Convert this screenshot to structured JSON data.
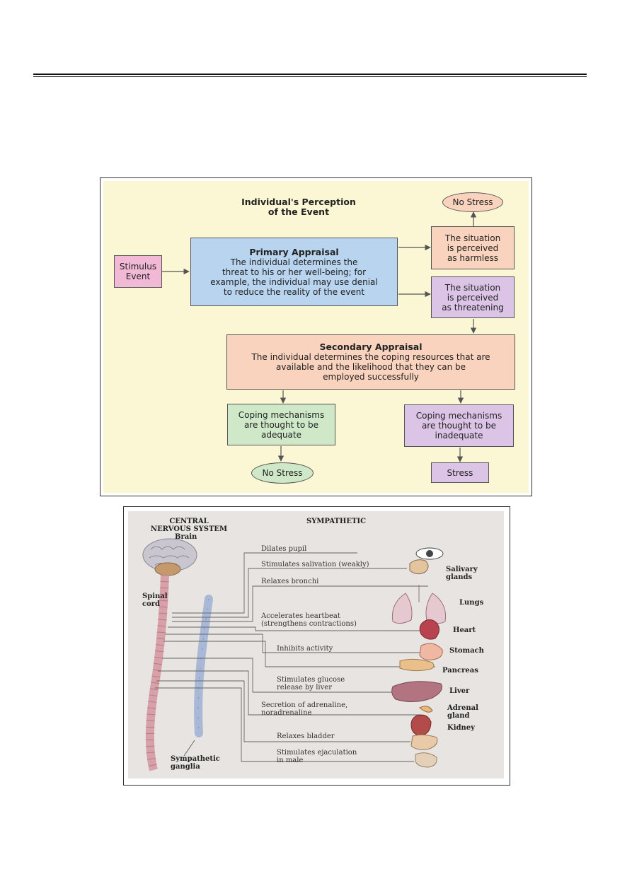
{
  "flowchart": {
    "heading": "Individual's Perception\nof the Event",
    "stimulus": "Stimulus\nEvent",
    "primary_title": "Primary Appraisal",
    "primary_text": "The individual determines the\nthreat to his or her well-being;  for\nexample, the individual may use denial\nto reduce the reality of the event",
    "no_stress_top": "No Stress",
    "harmless": "The situation\nis perceived\nas harmless",
    "threatening": "The situation\nis perceived\nas threatening",
    "secondary_title": "Secondary Appraisal",
    "secondary_text": "The individual determines the coping resources that are\navailable and the likelihood that they can be\nemployed successfully",
    "adequate": "Coping mechanisms\nare thought to be\nadequate",
    "inadequate": "Coping mechanisms\nare thought to be\ninadequate",
    "no_stress_bottom": "No Stress",
    "stress": "Stress",
    "colors": {
      "pink": "#f2b9d6",
      "blue": "#b8d4ef",
      "peach": "#f9d3bd",
      "lavender": "#dcc4e6",
      "green": "#cfe8c8",
      "background": "#fbf6d4"
    }
  },
  "nervous_system": {
    "central_title": "CENTRAL\nNERVOUS SYSTEM",
    "brain": "Brain",
    "sympathetic": "SYMPATHETIC",
    "spinal_cord": "Spinal\ncord",
    "ganglia": "Sympathetic\nganglia",
    "effects": [
      "Dilates pupil",
      "Stimulates salivation (weakly)",
      "Relaxes bronchi",
      "Accelerates heartbeat\n(strengthens contractions)",
      "Inhibits activity",
      "Stimulates glucose\nrelease by liver",
      "Secretion of adrenaline,\nnoradrenaline",
      "Relaxes bladder",
      "Stimulates ejaculation\nin male"
    ],
    "organs": [
      "Salivary\nglands",
      "Lungs",
      "Heart",
      "Stomach",
      "Pancreas",
      "Liver",
      "Adrenal\ngland",
      "Kidney"
    ]
  }
}
